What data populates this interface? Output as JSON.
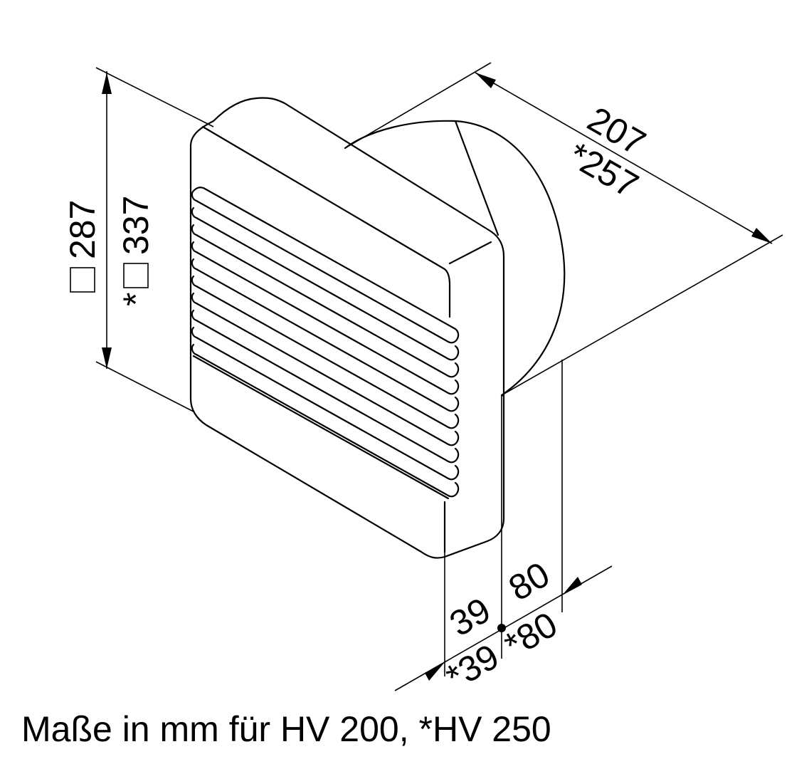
{
  "dimensions": {
    "depth": "207",
    "depth_alt": "*257",
    "height": "287",
    "height_alt": "337",
    "height_alt_star": "*",
    "front_depth": "39",
    "front_depth_alt": "*39",
    "rear_depth": "80",
    "rear_depth_alt": "*80"
  },
  "caption": "Maße in mm für HV 200, *HV 250"
}
